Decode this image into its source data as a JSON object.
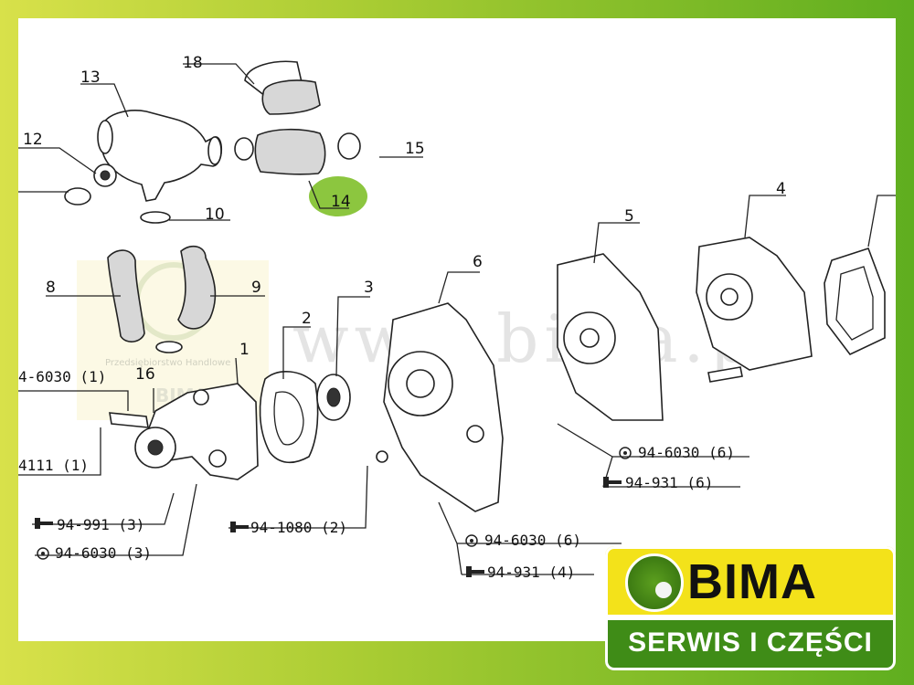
{
  "watermark": {
    "site": "www.bima.pl",
    "small_line": "Przedsiębiorstwo Handlowe",
    "small_brand": "BIMA"
  },
  "part_numbers": [
    "1",
    "2",
    "3",
    "4",
    "5",
    "6",
    "8",
    "9",
    "10",
    "12",
    "13",
    "14",
    "15",
    "16",
    "18"
  ],
  "fastener_labels": {
    "left_top": "4-6030 (1)",
    "left_bottom": "4111 (1)",
    "bolt_991": "94-991 (3)",
    "washer_6030_left": "94-6030 (3)",
    "bolt_1080": "94-1080 (2)",
    "washer_6030_center": "94-6030 (6)",
    "bolt_931_center": "94-931 (4)",
    "washer_6030_right": "94-6030 (6)",
    "bolt_931_right": "94-931 (6)"
  },
  "highlight": {
    "part": "14",
    "color": "#8cc63f"
  },
  "logo": {
    "name": "BIMA",
    "tagline": "SERWIS I CZĘŚCI",
    "yellow": "#f3e21a",
    "green": "#3f8c17"
  },
  "frame_colors": {
    "left": "#d8e14a",
    "right": "#5fae1f"
  }
}
